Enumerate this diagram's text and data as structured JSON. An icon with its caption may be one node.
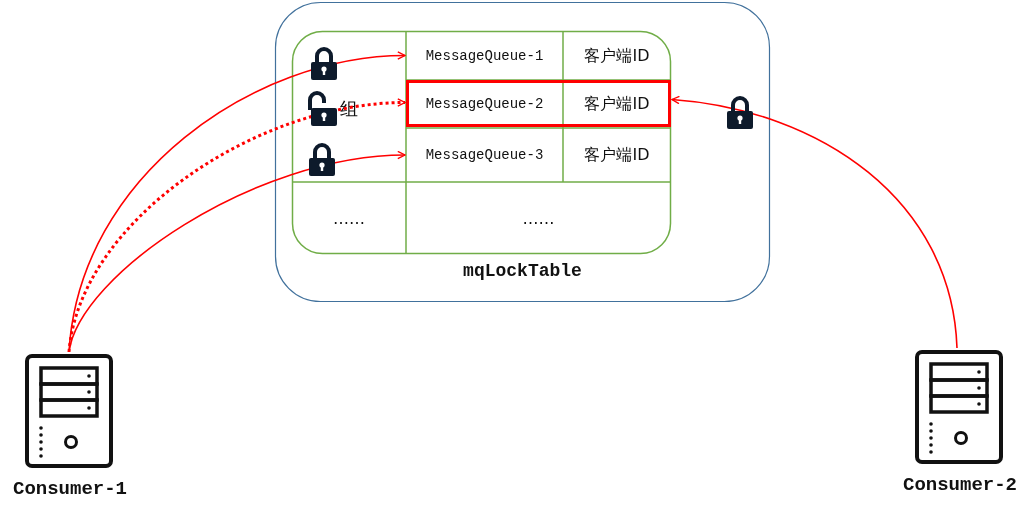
{
  "diagram": {
    "nodes": [
      {
        "text": [
          "mqLockTable"
        ]
      },
      {
        "text": [],
        "shape": "box",
        "in": 0
      },
      {
        "text": [
          "MessageQueue-1"
        ],
        "in": 1
      },
      {
        "text": [
          "客户端ID"
        ],
        "in": 1
      },
      {
        "text": [
          "MessageQueue-2",
          "客户端ID"
        ],
        "in": 1
      },
      {
        "text": [
          "MessageQueue-3"
        ],
        "in": 1
      },
      {
        "text": [
          "客户端ID"
        ],
        "in": 1
      },
      {
        "text": [
          "……"
        ],
        "in": 1
      },
      {
        "text": [
          "……"
        ],
        "in": 1
      },
      {
        "text": [
          "Consumer-1"
        ]
      },
      {
        "text": [
          "Consumer-2"
        ]
      }
    ],
    "edges": [
      {
        "from": 9,
        "to": 2,
        "arrow": "to"
      },
      {
        "from": 9,
        "to": 4,
        "arrow": "to",
        "style": "dashed"
      },
      {
        "from": 9,
        "to": 5,
        "arrow": "to"
      },
      {
        "from": 10,
        "to": 4,
        "arrow": "to"
      }
    ],
    "labels": [
      "组"
    ]
  }
}
